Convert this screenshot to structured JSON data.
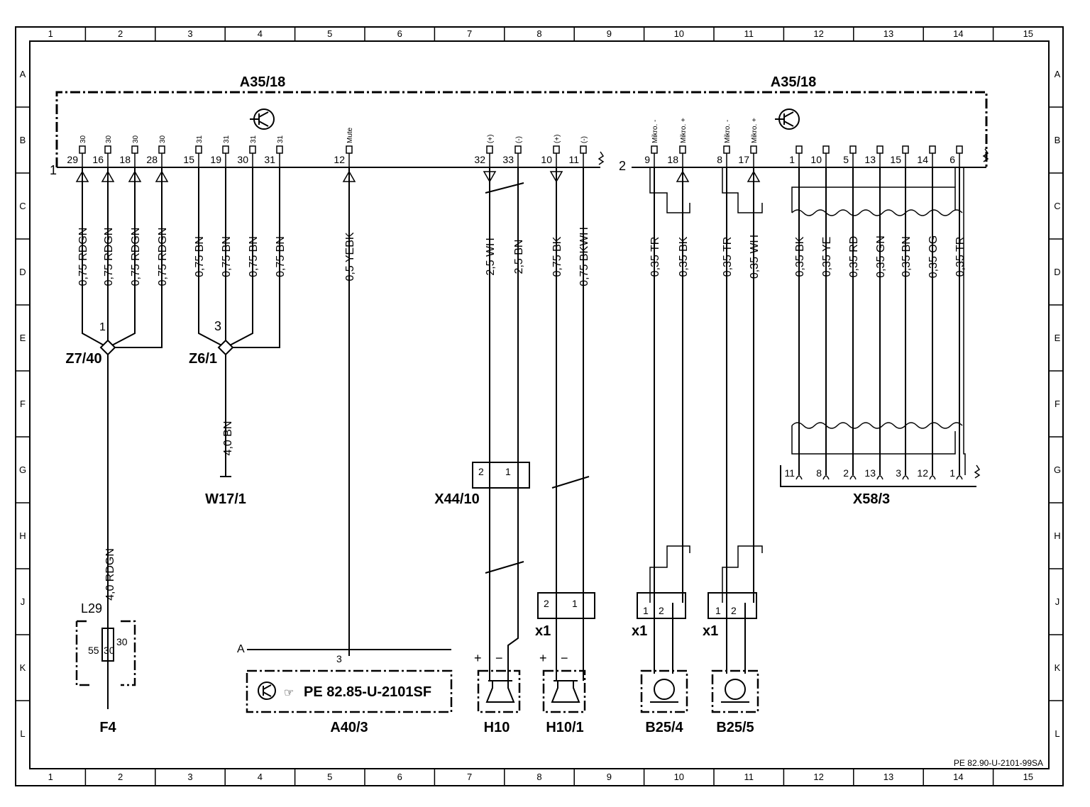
{
  "frame": {
    "col_labels": [
      "1",
      "2",
      "3",
      "4",
      "5",
      "6",
      "7",
      "8",
      "9",
      "10",
      "11",
      "12",
      "13",
      "14",
      "15"
    ],
    "row_labels": [
      "A",
      "B",
      "C",
      "D",
      "E",
      "F",
      "G",
      "H",
      "J",
      "K",
      "L"
    ]
  },
  "modules": {
    "a35_left": "A35/18",
    "a35_right": "A35/18",
    "connector_1": "1",
    "connector_2": "2"
  },
  "pins_left": [
    {
      "num": "29",
      "func": "30"
    },
    {
      "num": "16",
      "func": "30"
    },
    {
      "num": "18",
      "func": "30"
    },
    {
      "num": "28",
      "func": "30"
    },
    {
      "num": "15",
      "func": "31"
    },
    {
      "num": "19",
      "func": "31"
    },
    {
      "num": "30",
      "func": "31"
    },
    {
      "num": "31",
      "func": "31"
    },
    {
      "num": "12",
      "func": "Mute"
    },
    {
      "num": "32",
      "func": "(+)"
    },
    {
      "num": "33",
      "func": "(-)"
    },
    {
      "num": "10",
      "func": "(+)"
    },
    {
      "num": "11",
      "func": "(-)"
    }
  ],
  "pins_right": [
    {
      "num": "9",
      "func": "Mikro. -"
    },
    {
      "num": "18",
      "func": "Mikro. +"
    },
    {
      "num": "8",
      "func": "Mikro. -"
    },
    {
      "num": "17",
      "func": "Mikro. +"
    },
    {
      "num": "1",
      "func": ""
    },
    {
      "num": "10",
      "func": ""
    },
    {
      "num": "5",
      "func": ""
    },
    {
      "num": "13",
      "func": ""
    },
    {
      "num": "15",
      "func": ""
    },
    {
      "num": "14",
      "func": ""
    },
    {
      "num": "6",
      "func": ""
    }
  ],
  "wires": [
    "0,75 RDGN",
    "0,75 RDGN",
    "0,75 RDGN",
    "0,75 RDGN",
    "0,75 BN",
    "0,75 BN",
    "0,75 BN",
    "0,75 BN",
    "0,5 YEBK",
    "2,5 WH",
    "2,5 BN",
    "0,75 BK",
    "0,75 BKWH",
    "0,35 TR",
    "0,35 BK",
    "0,35 TR",
    "0,35 WH",
    "0,35 BK",
    "0,35 YE",
    "0,35 RD",
    "0,35 GN",
    "0,35 BN",
    "0,35 OG",
    "0,35 TR"
  ],
  "lower_wires": {
    "z7_f4": "4,0 RDGN",
    "z6_w17": "4,0 BN"
  },
  "splices": {
    "z7": "Z7/40",
    "z7_pin": "1",
    "z6": "Z6/1",
    "z6_pin": "3"
  },
  "components": {
    "w17": "W17/1",
    "x44": "X44/10",
    "x44_p2": "2",
    "x44_p1": "1",
    "x58": "X58/3",
    "x58_pins": [
      "11",
      "8",
      "2",
      "13",
      "3",
      "12",
      "1"
    ],
    "f4": "F4",
    "l29": "L29",
    "f4_55": "55",
    "f4_30a": "30",
    "f4_30b": "30",
    "a40": "A40/3",
    "a40_conn": "A",
    "a40_pin": "3",
    "a40_ref": "PE  82.85-U-2101SF",
    "h10": "H10",
    "h10_1": "H10/1",
    "b25_4": "B25/4",
    "b25_5": "B25/5",
    "x1a": "x1",
    "x1b": "x1",
    "x1c": "x1",
    "plus": "+",
    "minus": "−",
    "p1": "1",
    "p2": "2"
  },
  "footer_ref": "PE 82.90-U-2101-99SA"
}
